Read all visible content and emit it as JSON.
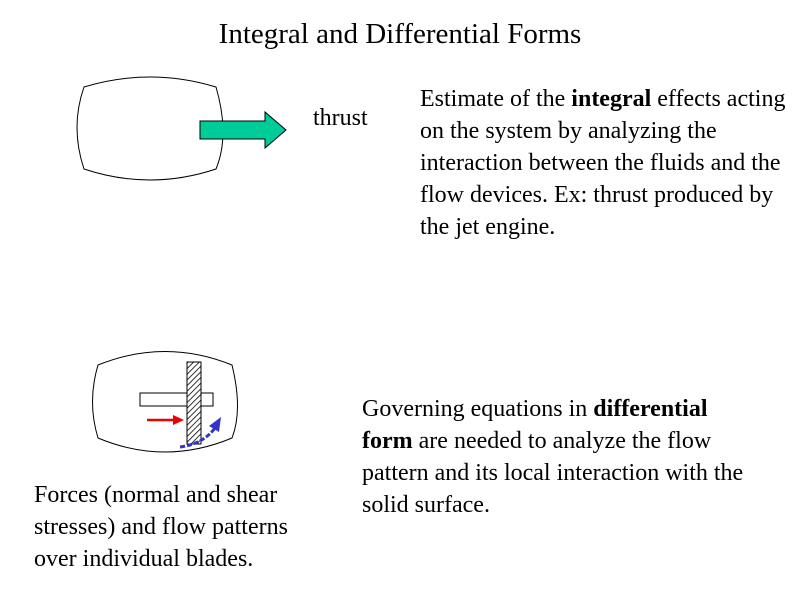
{
  "title": "Integral and Differential Forms",
  "top_figure": {
    "arrow_label": "thrust",
    "arrow_color": "#00cc99"
  },
  "integral_text": {
    "before": "Estimate of the ",
    "emphasis": "integral",
    "after": " effects acting on the system by analyzing the interaction between the fluids and the flow devices.  Ex: thrust produced by the jet engine."
  },
  "differential_text": {
    "before": "Governing equations in ",
    "emphasis": "differential form",
    "after": " are needed to analyze the flow pattern and its local interaction with the solid surface."
  },
  "blades_text": "Forces (normal and shear stresses) and flow patterns over individual blades.",
  "bottom_figure": {
    "force_arrow_color": "#ee0000",
    "flow_arrow_color": "#3333cc"
  }
}
